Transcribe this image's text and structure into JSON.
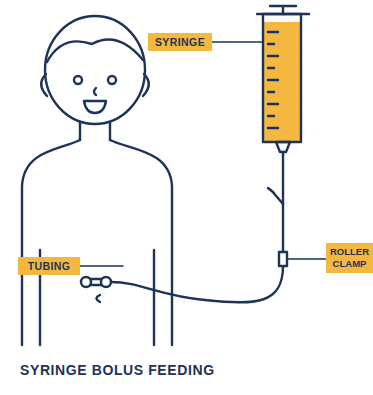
{
  "diagram": {
    "title": "SYRINGE BOLUS FEEDING",
    "nodes": [
      {
        "text": [
          "SYRINGE"
        ]
      },
      {
        "text": [
          "ROLLER CLAMP"
        ]
      },
      {
        "text": [
          "TUBING"
        ]
      }
    ]
  }
}
